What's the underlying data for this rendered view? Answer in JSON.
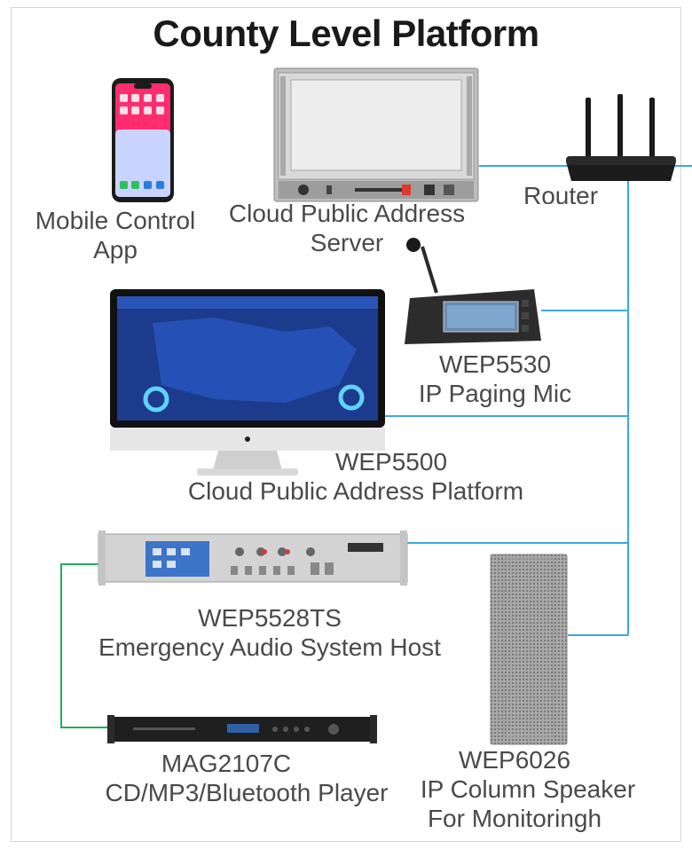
{
  "title": "County Level Platform",
  "colors": {
    "link_blue": "#3aa9e0",
    "link_green": "#1fae5a",
    "label": "#4a4a4a",
    "title": "#1a1a1a"
  },
  "devices": {
    "mobile": {
      "line1": "Mobile Control",
      "line2": "App",
      "icon": "smartphone-icon"
    },
    "server": {
      "line1": "Cloud Public Address",
      "line2": "Server",
      "icon": "rack-server-icon"
    },
    "router": {
      "line1": "Router",
      "icon": "router-icon"
    },
    "mic": {
      "line1": "WEP5530",
      "line2": "IP Paging Mic",
      "icon": "paging-mic-icon"
    },
    "platform": {
      "line1": "WEP5500",
      "line2": "Cloud Public Address Platform",
      "icon": "monitor-icon"
    },
    "host": {
      "line1": "WEP5528TS",
      "line2": "Emergency Audio System Host",
      "icon": "rack-host-icon"
    },
    "speaker": {
      "line1": "WEP6026",
      "line2": "IP Column Speaker",
      "line3": "For Monitoringh",
      "icon": "column-speaker-icon"
    },
    "player": {
      "line1": "MAG2107C",
      "line2": "CD/MP3/Bluetooth Player",
      "icon": "cd-player-icon"
    }
  }
}
